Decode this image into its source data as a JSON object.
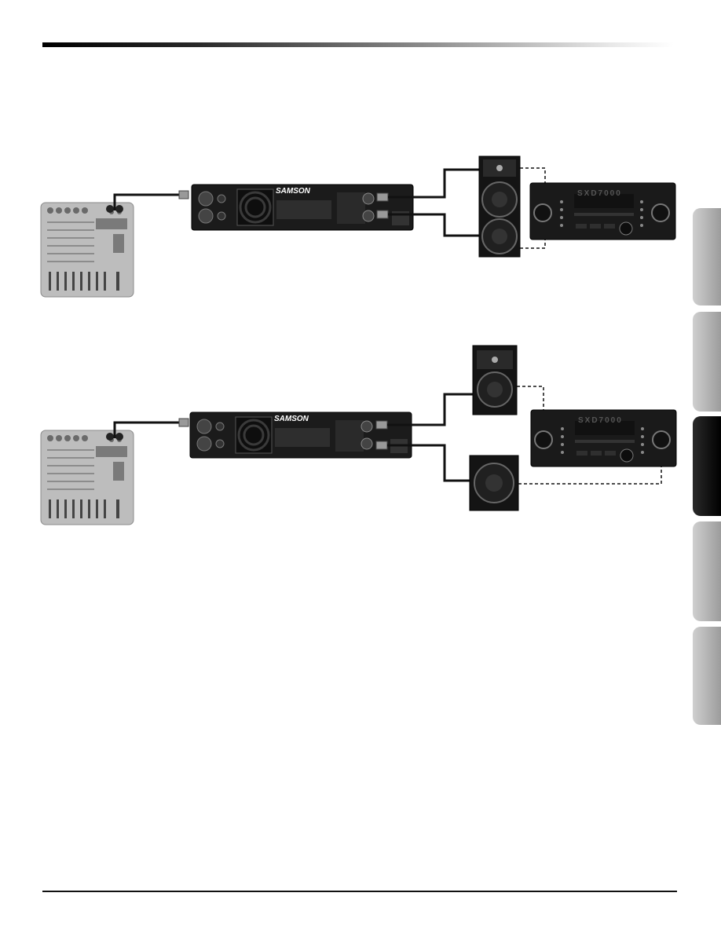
{
  "amp_rear": {
    "brand": "SAMSON"
  },
  "amp_front": {
    "model": "SXD7000"
  },
  "colors": {
    "rule": "#111111",
    "tab_inactive": "#b5b5b5",
    "tab_active": "#0a0a0a"
  },
  "side_tabs": [
    {
      "name": "tab-1",
      "active": false
    },
    {
      "name": "tab-2",
      "active": false
    },
    {
      "name": "tab-3",
      "active": true
    },
    {
      "name": "tab-4",
      "active": false
    },
    {
      "name": "tab-5",
      "active": false
    }
  ]
}
